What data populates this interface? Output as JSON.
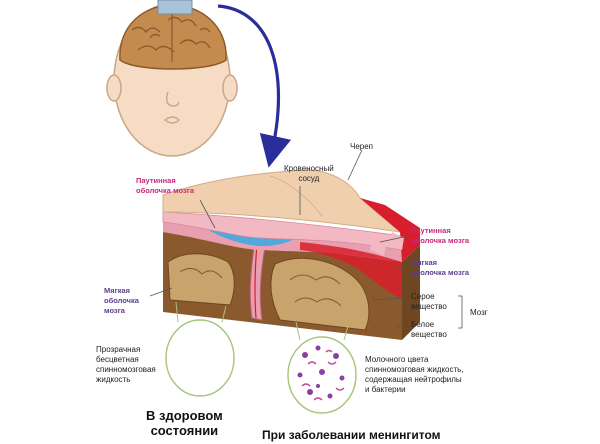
{
  "labels": {
    "skull": "Череп",
    "vessel": "Кровеносный\nсосуд",
    "arachnoid_top": "Паутинная\nоболочка мозга",
    "arachnoid_right": "Паутинная\nоболочка мозга",
    "pia_left": "Мягкая\nоболочка\nмозга",
    "pia_right": "Мягкая\nоболочка мозга",
    "grey_matter": "Серое\nвещество",
    "white_matter": "Белое\nвещество",
    "brain": "Мозг",
    "clear_csf": "Прозрачная\nбесцветная\nспинномозговая\nжидкость",
    "milky_csf": "Молочного цвета\nспинномозговая жидкость,\nсодержащая нейтрофилы\nи бактерии"
  },
  "captions": {
    "healthy": "В здоровом\nсостоянии",
    "meningitis": "При заболевании менингитом"
  },
  "colors": {
    "skin": "#f6dcc4",
    "brain": "#c48a4e",
    "skull": "#f0cfae",
    "membrane_pink": "#e8a0b0",
    "dura_red": "#d81e2c",
    "csf_blue": "#3fa8e0",
    "tissue": "#8a5a2e",
    "arrow": "#2a2e9a"
  }
}
